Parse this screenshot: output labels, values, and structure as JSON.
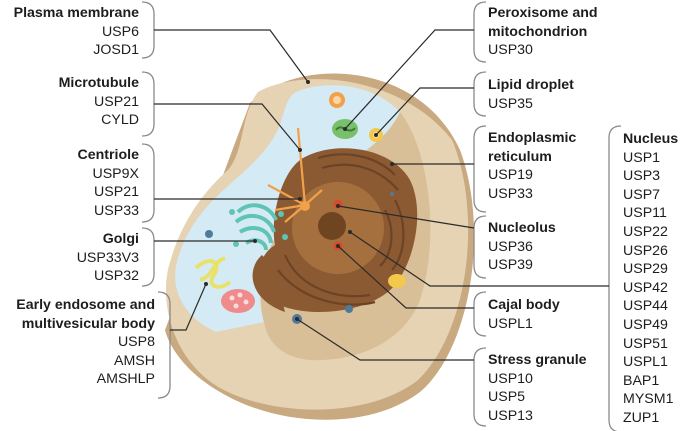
{
  "colors": {
    "bracket": "#8a8a8a",
    "leader": "#2b2b2b",
    "cytoplasm": "#d4eaf4",
    "wall_outer": "#e8d7bc",
    "wall_side": "#c9a980",
    "er": "#8b5a33",
    "golgi": "#5fc4b4",
    "endosome": "#e9e26a",
    "mvb": "#f08b8b",
    "lipid": "#f3c84b",
    "mito": "#79c06d",
    "peroxisome": "#f2a04a",
    "stress_granule": "#4f7b9a"
  },
  "labels": {
    "plasma": {
      "title": "Plasma membrane",
      "genes": [
        "USP6",
        "JOSD1"
      ]
    },
    "microtubule": {
      "title": "Microtubule",
      "genes": [
        "USP21",
        "CYLD"
      ]
    },
    "centriole": {
      "title": "Centriole",
      "genes": [
        "USP9X",
        "USP21",
        "USP33"
      ]
    },
    "golgi": {
      "title": "Golgi",
      "genes": [
        "USP33V3",
        "USP32"
      ]
    },
    "endosome": {
      "title_line1": "Early endosome and",
      "title_line2": "multivesicular body",
      "genes": [
        "USP8",
        "AMSH",
        "AMSHLP"
      ]
    },
    "peroxisome": {
      "title_line1": "Peroxisome and",
      "title_line2": "mitochondrion",
      "genes": [
        "USP30"
      ]
    },
    "lipid": {
      "title": "Lipid droplet",
      "genes": [
        "USP35"
      ]
    },
    "er": {
      "title_line1": "Endoplasmic",
      "title_line2": "reticulum",
      "genes": [
        "USP19",
        "USP33"
      ]
    },
    "nucleolus": {
      "title": "Nucleolus",
      "genes": [
        "USP36",
        "USP39"
      ]
    },
    "cajal": {
      "title": "Cajal body",
      "genes": [
        "USPL1"
      ]
    },
    "stress": {
      "title": "Stress granule",
      "genes": [
        "USP10",
        "USP5",
        "USP13"
      ]
    },
    "nucleus": {
      "title": "Nucleus",
      "genes": [
        "USP1",
        "USP3",
        "USP7",
        "USP11",
        "USP22",
        "USP26",
        "USP29",
        "USP42",
        "USP44",
        "USP49",
        "USP51",
        "USPL1",
        "BAP1",
        "MYSM1",
        "ZUP1"
      ]
    }
  }
}
